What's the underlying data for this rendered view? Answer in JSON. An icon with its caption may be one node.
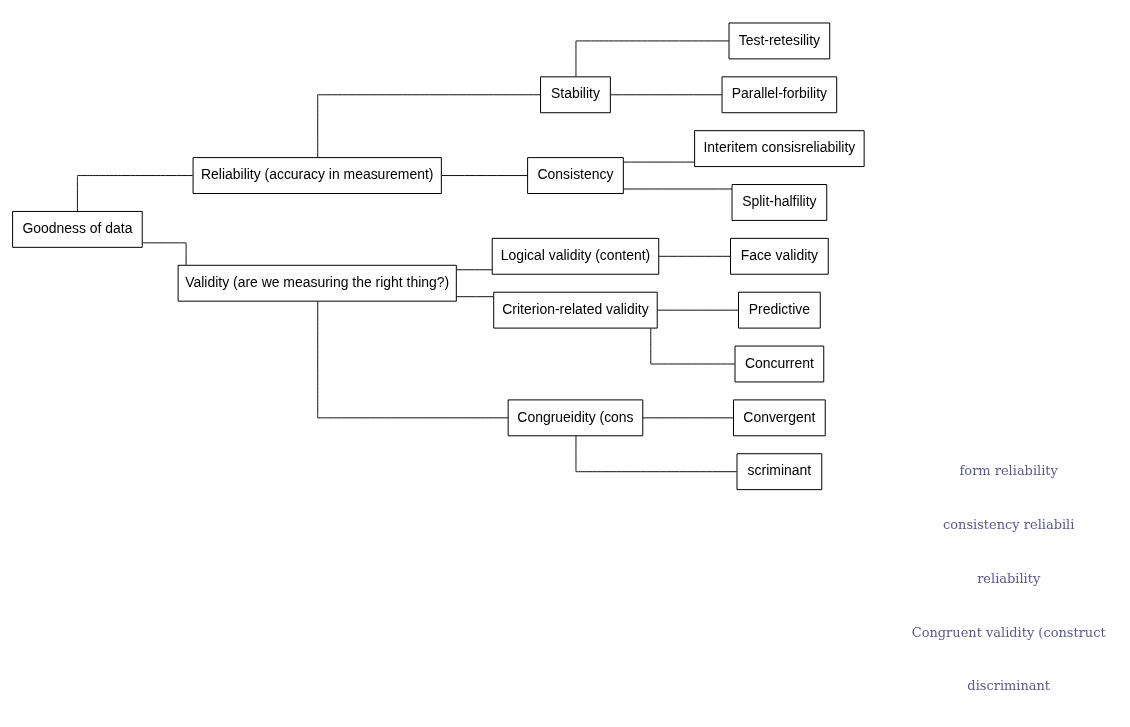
{
  "diagram": {
    "nodes": [
      {
        "text": [
          "Goodness of data"
        ]
      },
      {
        "text": [
          "Reliability (accuracy in measurement)"
        ]
      },
      {
        "text": [
          "Validity (are we measuring the right thing?)"
        ]
      },
      {
        "text": [
          "Stability"
        ]
      },
      {
        "text": [
          "Consistency"
        ]
      },
      {
        "text": [
          "Test-retesility"
        ]
      },
      {
        "text": [
          "Parallel-forbility"
        ]
      },
      {
        "text": [
          "Interitem consisreliability"
        ]
      },
      {
        "text": [
          "Split-halfility"
        ]
      },
      {
        "text": [
          "Logical validity (content)"
        ]
      },
      {
        "text": [
          "Criterion-related validity"
        ]
      },
      {
        "text": [
          "Congrueidity (cons"
        ]
      },
      {
        "text": [
          "Face validity"
        ]
      },
      {
        "text": [
          "Predictive"
        ]
      },
      {
        "text": [
          "Concurrent"
        ]
      },
      {
        "text": [
          "Convergent"
        ]
      },
      {
        "text": [
          "scriminant"
        ]
      }
    ],
    "edges": [
      {
        "from": 0,
        "to": 1,
        "arrow": "none"
      },
      {
        "from": 0,
        "to": 2,
        "arrow": "none"
      },
      {
        "from": 1,
        "to": 3,
        "arrow": "none"
      },
      {
        "from": 1,
        "to": 4,
        "arrow": "none"
      },
      {
        "from": 3,
        "to": 5,
        "arrow": "none"
      },
      {
        "from": 3,
        "to": 6,
        "arrow": "none"
      },
      {
        "from": 4,
        "to": 7,
        "arrow": "none"
      },
      {
        "from": 4,
        "to": 8,
        "arrow": "none"
      },
      {
        "from": 2,
        "to": 9,
        "arrow": "none"
      },
      {
        "from": 2,
        "to": 10,
        "arrow": "none"
      },
      {
        "from": 2,
        "to": 11,
        "arrow": "none"
      },
      {
        "from": 9,
        "to": 12,
        "arrow": "none"
      },
      {
        "from": 10,
        "to": 13,
        "arrow": "none"
      },
      {
        "from": 10,
        "to": 14,
        "arrow": "none"
      },
      {
        "from": 11,
        "to": 15,
        "arrow": "none"
      },
      {
        "from": 11,
        "to": 16,
        "arrow": "none"
      }
    ],
    "labels": [
      "form reliability",
      "consistency reliabili",
      "reliability",
      "Congruent validity (construct",
      "discriminant"
    ]
  }
}
